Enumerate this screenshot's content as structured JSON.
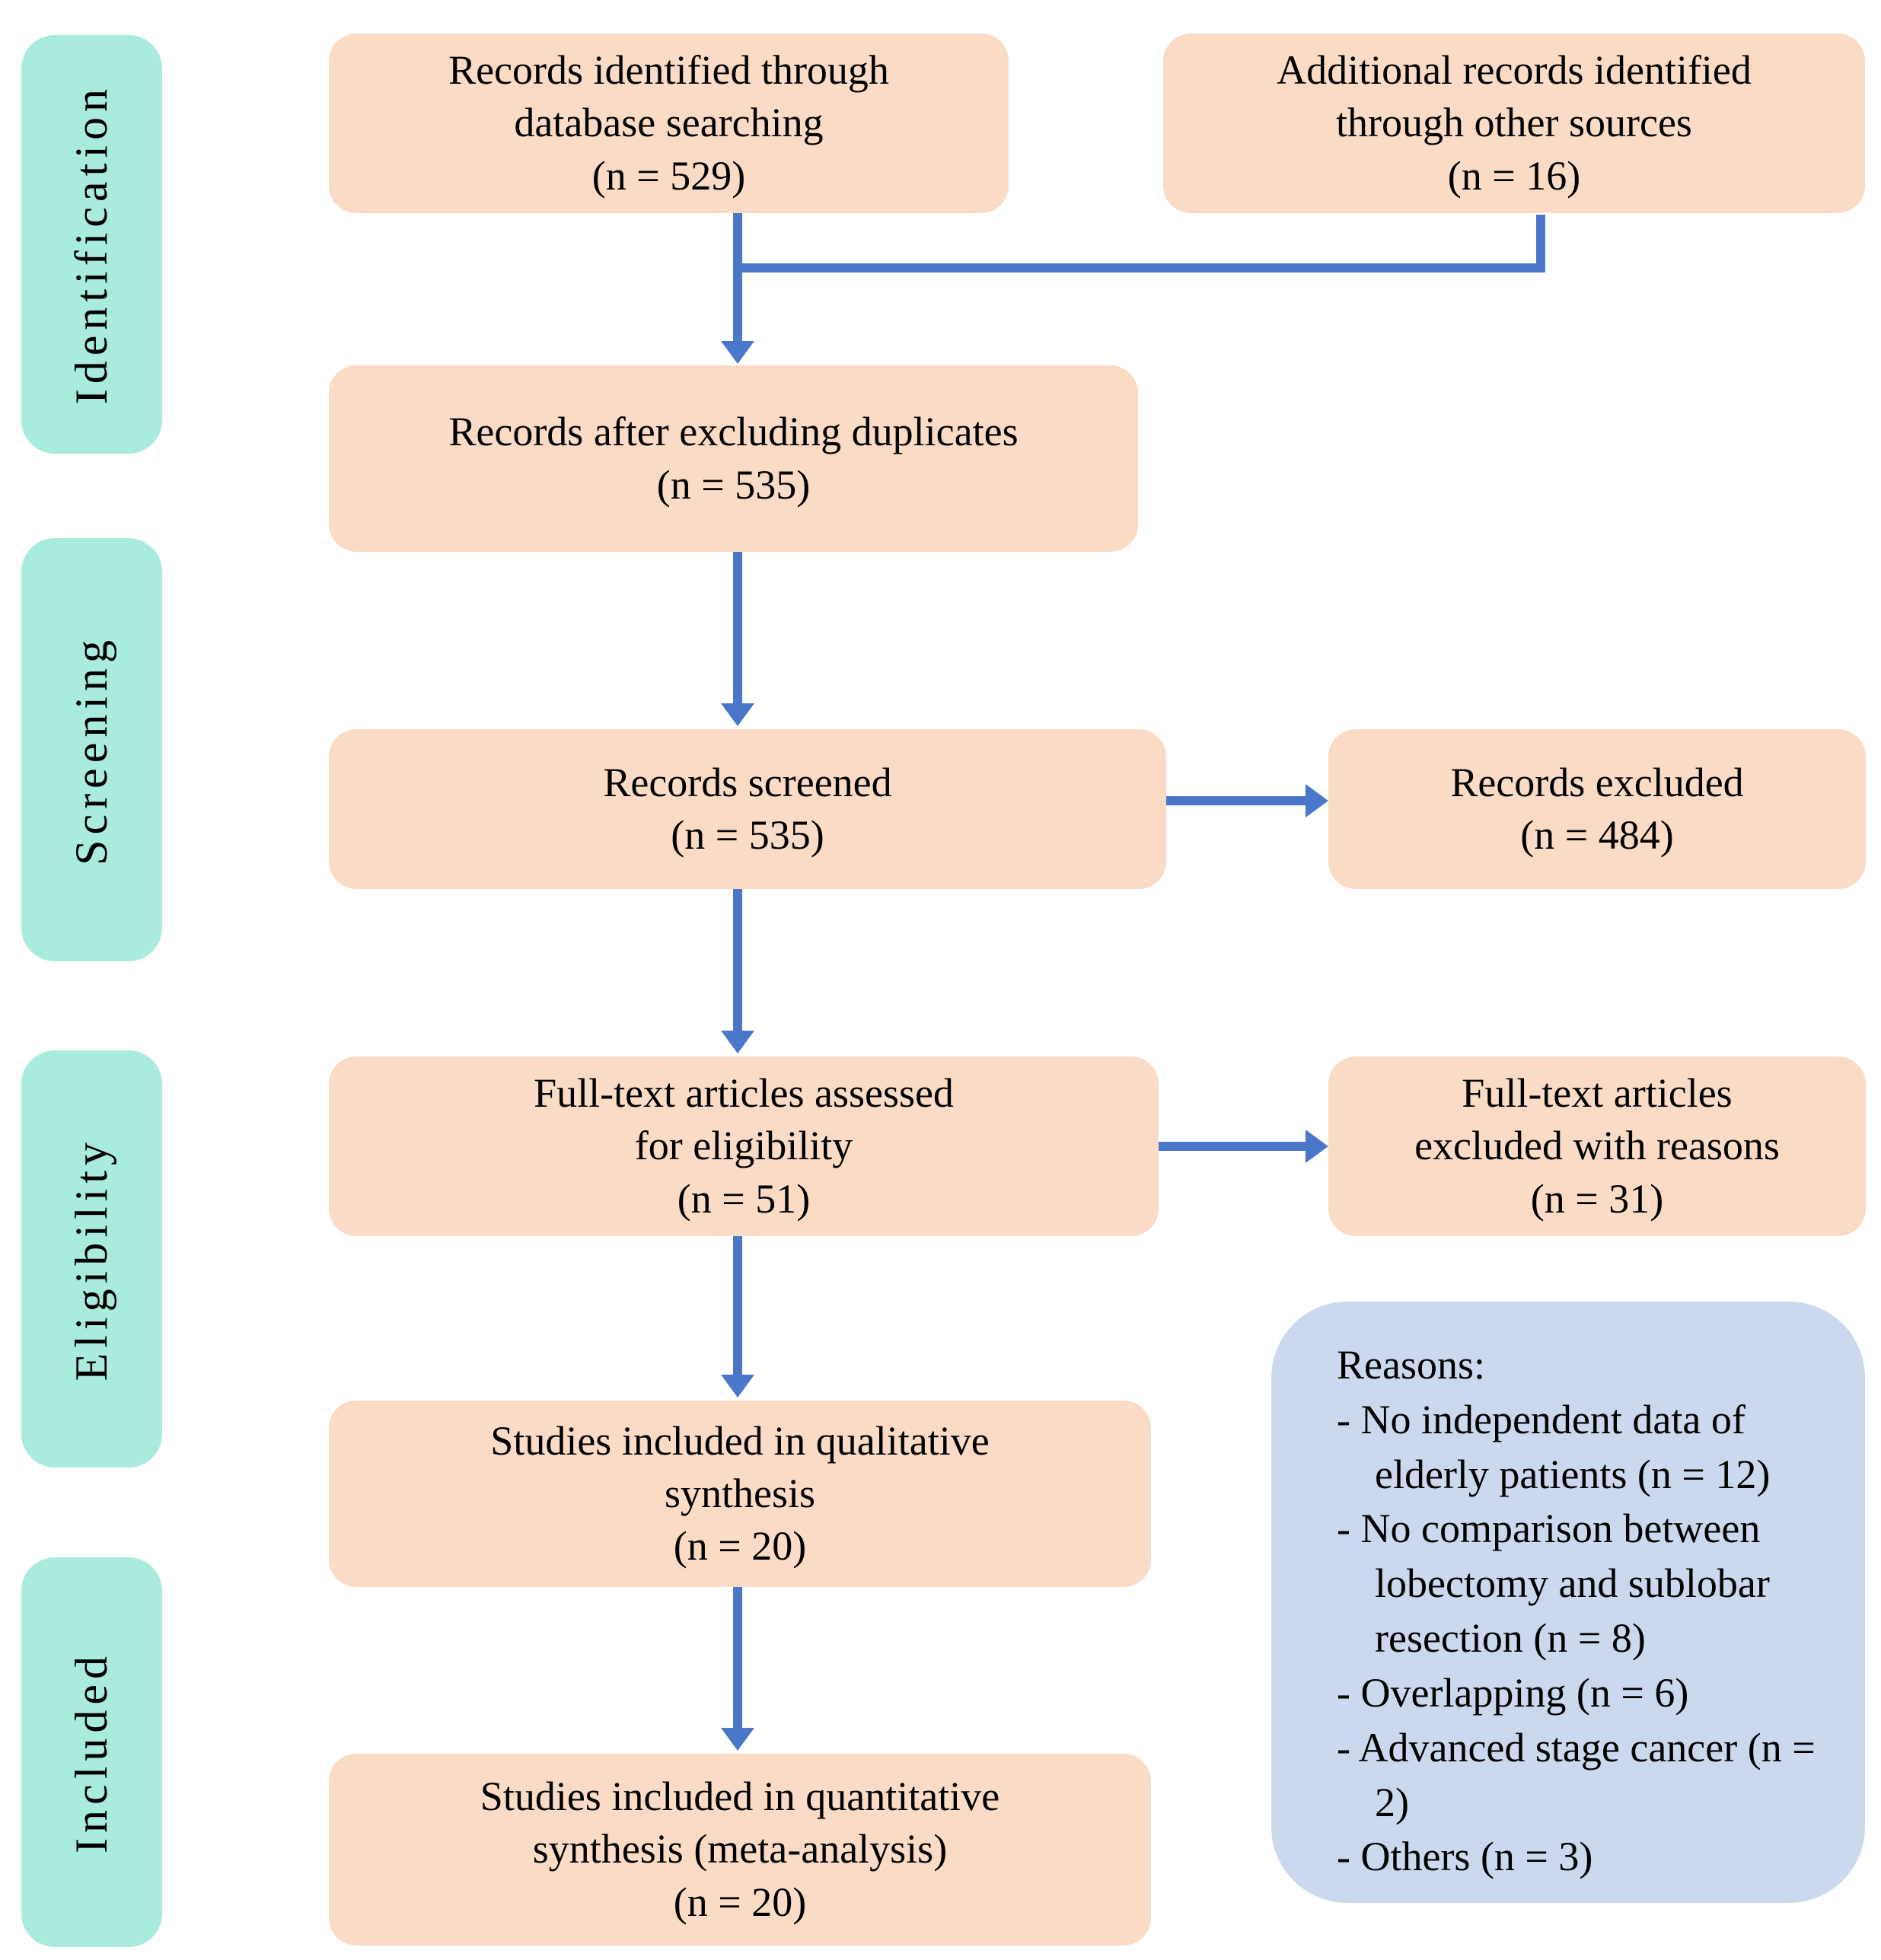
{
  "sidebar": {
    "stages": [
      {
        "id": "identification",
        "label": "Identification"
      },
      {
        "id": "screening",
        "label": "Screening"
      },
      {
        "id": "eligibility",
        "label": "Eligibility"
      },
      {
        "id": "included",
        "label": "Included"
      }
    ]
  },
  "flow": {
    "records_identified": "Records identified through\ndatabase searching\n(n = 529)",
    "additional_records": "Additional records identified\nthrough other sources\n(n = 16)",
    "after_duplicates": "Records after excluding duplicates\n(n = 535)",
    "records_screened": "Records screened\n(n = 535)",
    "records_excluded": "Records excluded\n(n = 484)",
    "fulltext_assessed": "Full-text articles assessed\nfor eligibility\n(n = 51)",
    "fulltext_excluded": "Full-text articles\nexcluded with reasons\n(n = 31)",
    "qualitative_synthesis": "Studies included in qualitative\nsynthesis\n(n = 20)",
    "quantitative_synthesis": "Studies included in quantitative\nsynthesis (meta-analysis)\n(n = 20)"
  },
  "reasons": {
    "heading": "Reasons:",
    "items": [
      "- No independent data of elderly patients (n = 12)",
      "- No comparison between lobectomy and sublobar resection (n = 8)",
      "- Overlapping (n = 6)",
      "- Advanced stage cancer (n = 2)",
      "- Others (n = 3)"
    ]
  },
  "counts": {
    "database_searching": 529,
    "other_sources": 16,
    "after_duplicates": 535,
    "screened": 535,
    "excluded": 484,
    "fulltext_assessed": 51,
    "fulltext_excluded": 31,
    "qualitative_synthesis": 20,
    "quantitative_synthesis": 20,
    "reason_no_independent_data": 12,
    "reason_no_comparison": 8,
    "reason_overlapping": 6,
    "reason_advanced_stage_cancer": 2,
    "reason_others": 3
  },
  "colors": {
    "stage_fill": "#a9ebdd",
    "box_fill": "#fadcc6",
    "reasons_fill": "#ccd8ee",
    "arrow": "#4a77c9",
    "text": "#000000"
  }
}
